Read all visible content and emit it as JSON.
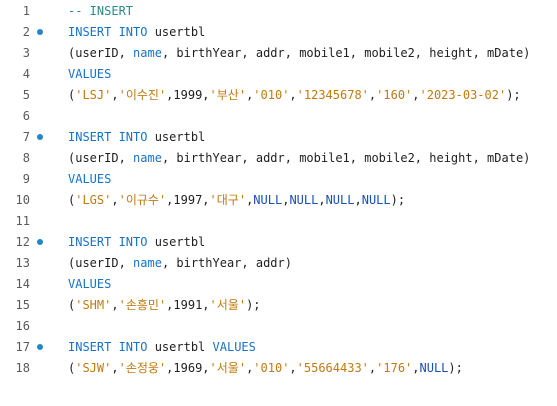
{
  "editor": {
    "accent_dot": "#1e88c8",
    "lines": [
      {
        "n": "1",
        "dot": false,
        "tokens": [
          {
            "t": "comment",
            "v": "-- INSERT"
          }
        ]
      },
      {
        "n": "2",
        "dot": true,
        "tokens": [
          {
            "t": "kw",
            "v": "INSERT INTO"
          },
          {
            "t": "plain",
            "v": " usertbl"
          }
        ]
      },
      {
        "n": "3",
        "dot": false,
        "tokens": [
          {
            "t": "plain",
            "v": "(userID, "
          },
          {
            "t": "kw",
            "v": "name"
          },
          {
            "t": "plain",
            "v": ", birthYear, addr, mobile1, mobile2, height, mDate)"
          }
        ]
      },
      {
        "n": "4",
        "dot": false,
        "tokens": [
          {
            "t": "kw",
            "v": "VALUES"
          }
        ]
      },
      {
        "n": "5",
        "dot": false,
        "tokens": [
          {
            "t": "plain",
            "v": "("
          },
          {
            "t": "str",
            "v": "'LSJ'"
          },
          {
            "t": "plain",
            "v": ","
          },
          {
            "t": "str",
            "v": "'이수진'"
          },
          {
            "t": "plain",
            "v": ",1999,"
          },
          {
            "t": "str",
            "v": "'부산'"
          },
          {
            "t": "plain",
            "v": ","
          },
          {
            "t": "str",
            "v": "'010'"
          },
          {
            "t": "plain",
            "v": ","
          },
          {
            "t": "str",
            "v": "'12345678'"
          },
          {
            "t": "plain",
            "v": ","
          },
          {
            "t": "str",
            "v": "'160'"
          },
          {
            "t": "plain",
            "v": ","
          },
          {
            "t": "str",
            "v": "'2023-03-02'"
          },
          {
            "t": "plain",
            "v": ");"
          }
        ]
      },
      {
        "n": "6",
        "dot": false,
        "tokens": []
      },
      {
        "n": "7",
        "dot": true,
        "tokens": [
          {
            "t": "kw",
            "v": "INSERT INTO"
          },
          {
            "t": "plain",
            "v": " usertbl"
          }
        ]
      },
      {
        "n": "8",
        "dot": false,
        "tokens": [
          {
            "t": "plain",
            "v": "(userID, "
          },
          {
            "t": "kw",
            "v": "name"
          },
          {
            "t": "plain",
            "v": ", birthYear, addr, mobile1, mobile2, height, mDate)"
          }
        ]
      },
      {
        "n": "9",
        "dot": false,
        "tokens": [
          {
            "t": "kw",
            "v": "VALUES"
          }
        ]
      },
      {
        "n": "10",
        "dot": false,
        "tokens": [
          {
            "t": "plain",
            "v": "("
          },
          {
            "t": "str",
            "v": "'LGS'"
          },
          {
            "t": "plain",
            "v": ","
          },
          {
            "t": "str",
            "v": "'이규수'"
          },
          {
            "t": "plain",
            "v": ",1997,"
          },
          {
            "t": "str",
            "v": "'대구'"
          },
          {
            "t": "plain",
            "v": ","
          },
          {
            "t": "null",
            "v": "NULL"
          },
          {
            "t": "plain",
            "v": ","
          },
          {
            "t": "null",
            "v": "NULL"
          },
          {
            "t": "plain",
            "v": ","
          },
          {
            "t": "null",
            "v": "NULL"
          },
          {
            "t": "plain",
            "v": ","
          },
          {
            "t": "null",
            "v": "NULL"
          },
          {
            "t": "plain",
            "v": ");"
          }
        ]
      },
      {
        "n": "11",
        "dot": false,
        "tokens": []
      },
      {
        "n": "12",
        "dot": true,
        "tokens": [
          {
            "t": "kw",
            "v": "INSERT INTO"
          },
          {
            "t": "plain",
            "v": " usertbl"
          }
        ]
      },
      {
        "n": "13",
        "dot": false,
        "tokens": [
          {
            "t": "plain",
            "v": "(userID, "
          },
          {
            "t": "kw",
            "v": "name"
          },
          {
            "t": "plain",
            "v": ", birthYear, addr)"
          }
        ]
      },
      {
        "n": "14",
        "dot": false,
        "tokens": [
          {
            "t": "kw",
            "v": "VALUES"
          }
        ]
      },
      {
        "n": "15",
        "dot": false,
        "tokens": [
          {
            "t": "plain",
            "v": "("
          },
          {
            "t": "str",
            "v": "'SHM'"
          },
          {
            "t": "plain",
            "v": ","
          },
          {
            "t": "str",
            "v": "'손흥민'"
          },
          {
            "t": "plain",
            "v": ",1991,"
          },
          {
            "t": "str",
            "v": "'서울'"
          },
          {
            "t": "plain",
            "v": ");"
          }
        ]
      },
      {
        "n": "16",
        "dot": false,
        "tokens": []
      },
      {
        "n": "17",
        "dot": true,
        "tokens": [
          {
            "t": "kw",
            "v": "INSERT INTO"
          },
          {
            "t": "plain",
            "v": " usertbl "
          },
          {
            "t": "kw",
            "v": "VALUES"
          }
        ]
      },
      {
        "n": "18",
        "dot": false,
        "tokens": [
          {
            "t": "plain",
            "v": "("
          },
          {
            "t": "str",
            "v": "'SJW'"
          },
          {
            "t": "plain",
            "v": ","
          },
          {
            "t": "str",
            "v": "'손정웅'"
          },
          {
            "t": "plain",
            "v": ",1969,"
          },
          {
            "t": "str",
            "v": "'서울'"
          },
          {
            "t": "plain",
            "v": ","
          },
          {
            "t": "str",
            "v": "'010'"
          },
          {
            "t": "plain",
            "v": ","
          },
          {
            "t": "str",
            "v": "'55664433'"
          },
          {
            "t": "plain",
            "v": ","
          },
          {
            "t": "str",
            "v": "'176'"
          },
          {
            "t": "plain",
            "v": ","
          },
          {
            "t": "null",
            "v": "NULL"
          },
          {
            "t": "plain",
            "v": ");"
          }
        ]
      }
    ]
  }
}
